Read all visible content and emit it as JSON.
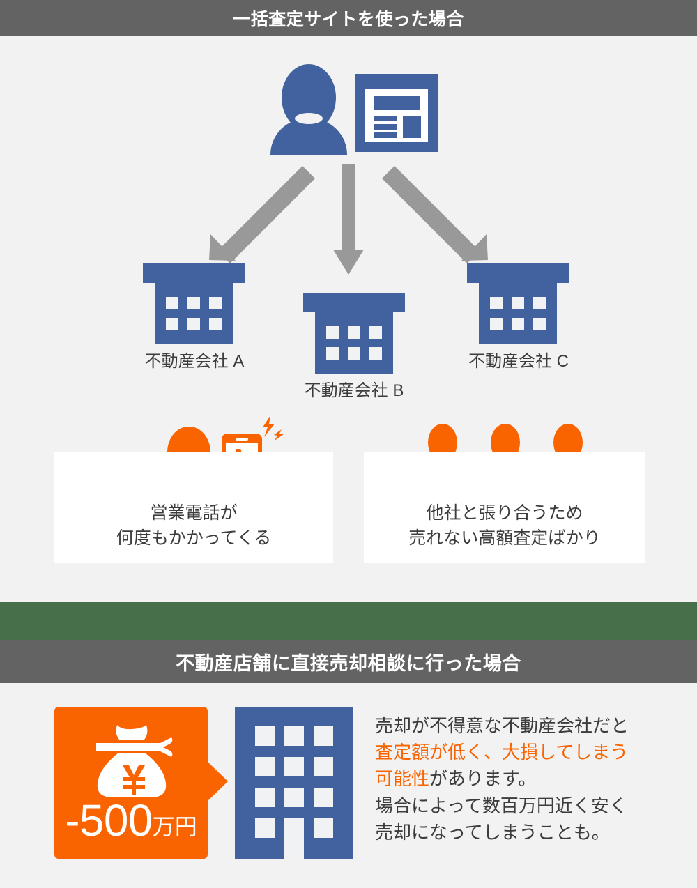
{
  "page": {
    "background": "#F2F2F2",
    "blue": "#41629F",
    "orange": "#FA6400",
    "green": "#47704A",
    "header_gray": "#636363",
    "text_color": "#3C3C3C"
  },
  "section_top": {
    "header": "一括査定サイトを使った場合",
    "actor": {
      "person_icon": "user-icon",
      "site_icon": "website-window-icon"
    },
    "arrows": [
      {
        "name": "arrow-to-company-a",
        "direction": "down-left"
      },
      {
        "name": "arrow-to-company-b",
        "direction": "down"
      },
      {
        "name": "arrow-to-company-c",
        "direction": "down-right"
      }
    ],
    "companies": [
      {
        "label": "不動産会社 A",
        "icon": "office-building-icon"
      },
      {
        "label": "不動産会社 B",
        "icon": "office-building-icon"
      },
      {
        "label": "不動産会社 C",
        "icon": "office-building-icon"
      }
    ],
    "cards": [
      {
        "icons": [
          "operator-person-icon",
          "ringing-smartphone-icon",
          "lightning-bolt-icon"
        ],
        "text": "営業電話が\n何度もかかってくる"
      },
      {
        "icons": [
          "business-person-icon",
          "business-person-icon",
          "business-person-icon"
        ],
        "text": "他社と張り合うため\n売れない高額査定ばかり"
      }
    ]
  },
  "section_bottom": {
    "header": "不動産店舗に直接売却相談に行った場合",
    "callout": {
      "icon": "money-bag-yen-icon",
      "amount": "-500",
      "unit": "万円"
    },
    "office_icon": "office-building-large-icon",
    "description": {
      "line1": "売却が不得意な不動産会社だと",
      "highlight1": "査定額が低く、大損してしまう",
      "highlight2": "可能性",
      "after_highlight2": "があります。",
      "line4": "場合によって数百万円近く安く",
      "line5": "売却になってしまうことも。"
    }
  }
}
